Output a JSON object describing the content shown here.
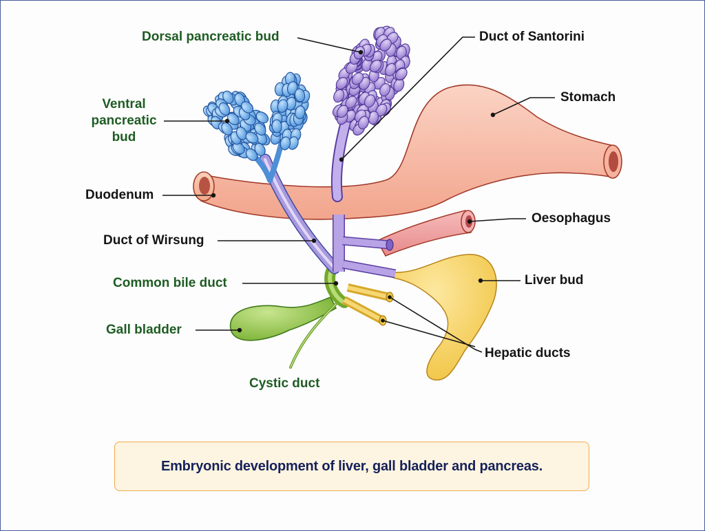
{
  "title": "Embryonic development of liver, gall bladder and pancreas.",
  "colors": {
    "label_green": "#1e5c23",
    "label_black": "#151515",
    "caption_text": "#16215a",
    "caption_bg": "#fdf5e1",
    "caption_border": "#f0a94a",
    "stomach": "#f6b8a2",
    "duodenum": "#f7c0a6",
    "oesophagus": "#ee9f9c",
    "ventral_bud": "#6aaae6",
    "dorsal_bud": "#a487d6",
    "bile_duct": "#8cc13e",
    "liver": "#f4cf56"
  },
  "labels": {
    "dorsal_pancreatic_bud": "Dorsal pancreatic bud",
    "duct_of_santorini": "Duct of Santorini",
    "ventral_pancreatic_bud": [
      "Ventral",
      "pancreatic",
      "bud"
    ],
    "stomach": "Stomach",
    "duodenum": "Duodenum",
    "oesophagus": "Oesophagus",
    "duct_of_wirsung": "Duct of Wirsung",
    "common_bile_duct": "Common bile duct",
    "liver_bud": "Liver bud",
    "gall_bladder": "Gall bladder",
    "hepatic_ducts": "Hepatic ducts",
    "cystic_duct": "Cystic duct"
  }
}
